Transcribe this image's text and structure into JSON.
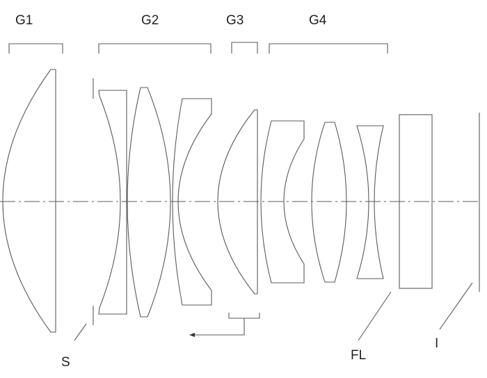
{
  "groups": {
    "g1": "G1",
    "g2": "G2",
    "g3": "G3",
    "g4": "G4"
  },
  "callouts": {
    "stop": "S",
    "filter": "FL",
    "image_plane": "I"
  },
  "colors": {
    "line": "#5a5a5a",
    "text": "#222222"
  }
}
